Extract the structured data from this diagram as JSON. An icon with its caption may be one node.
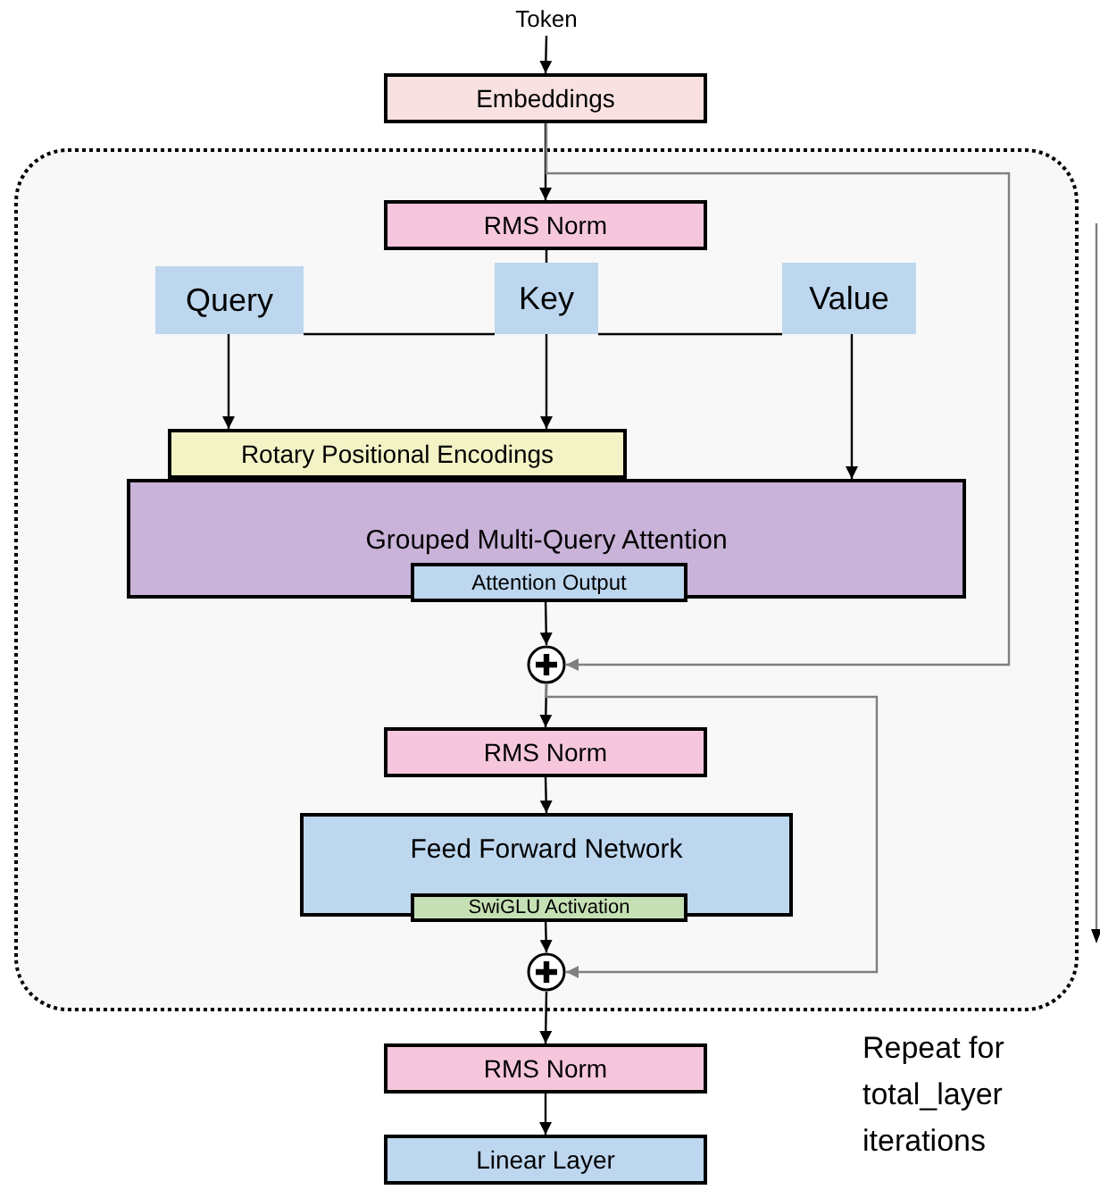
{
  "diagram": {
    "nodes": [
      {
        "text": [
          "Token"
        ]
      },
      {
        "text": [
          "Embeddings"
        ]
      },
      {
        "text": [],
        "shape": "box",
        "beside": [
          "Repeat for total_layer iterations"
        ]
      },
      {
        "text": [
          "RMS Norm"
        ],
        "in": 2
      },
      {
        "text": [
          "Query"
        ],
        "in": 2
      },
      {
        "text": [
          "Key"
        ],
        "in": 2
      },
      {
        "text": [
          "Value"
        ],
        "in": 2
      },
      {
        "text": [
          "Rotary Positional Encodings"
        ],
        "in": 2
      },
      {
        "text": [
          "Grouped Multi-Query Attention"
        ],
        "in": 2
      },
      {
        "text": [
          "Attention Output"
        ],
        "in": 8
      },
      {
        "text": [],
        "shape": "circle",
        "in": 2
      },
      {
        "text": [
          "RMS Norm"
        ],
        "in": 2
      },
      {
        "text": [
          "Feed Forward Network"
        ],
        "in": 2
      },
      {
        "text": [
          "SwiGLU Activation"
        ],
        "in": 12
      },
      {
        "text": [],
        "shape": "circle",
        "in": 2
      },
      {
        "text": [
          "RMS Norm"
        ]
      },
      {
        "text": [
          "Linear Layer"
        ]
      }
    ],
    "edges": [
      {
        "from": 0,
        "to": 1,
        "arrow": "to"
      },
      {
        "from": 1,
        "to": 3,
        "arrow": "to"
      },
      {
        "from": 3,
        "to": 5,
        "arrow": "none"
      },
      {
        "from": 5,
        "to": 4,
        "arrow": "none"
      },
      {
        "from": 5,
        "to": 6,
        "arrow": "none"
      },
      {
        "from": 4,
        "to": 7,
        "arrow": "to"
      },
      {
        "from": 5,
        "to": 7,
        "arrow": "to"
      },
      {
        "from": 6,
        "to": 8,
        "arrow": "to"
      },
      {
        "from": 9,
        "to": 10,
        "arrow": "to"
      },
      {
        "from": 1,
        "to": 10,
        "arrow": "to",
        "color": "#7f7f7f"
      },
      {
        "from": 10,
        "to": 11,
        "arrow": "to"
      },
      {
        "from": 10,
        "to": 14,
        "arrow": "to",
        "color": "#7f7f7f"
      },
      {
        "from": 11,
        "to": 12,
        "arrow": "to"
      },
      {
        "from": 13,
        "to": 14,
        "arrow": "to"
      },
      {
        "from": 14,
        "to": 15,
        "arrow": "to"
      },
      {
        "from": 15,
        "to": 16,
        "arrow": "to"
      }
    ]
  }
}
